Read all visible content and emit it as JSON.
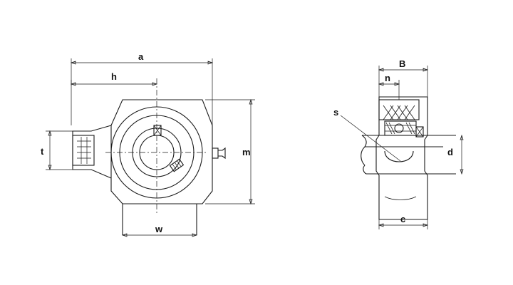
{
  "labels": {
    "a": "a",
    "h": "h",
    "t": "t",
    "m": "m",
    "w": "w",
    "B": "B",
    "n": "n",
    "s": "s",
    "d": "d",
    "c": "c"
  },
  "colors": {
    "line": "#1a1a1a",
    "background": "#ffffff"
  }
}
